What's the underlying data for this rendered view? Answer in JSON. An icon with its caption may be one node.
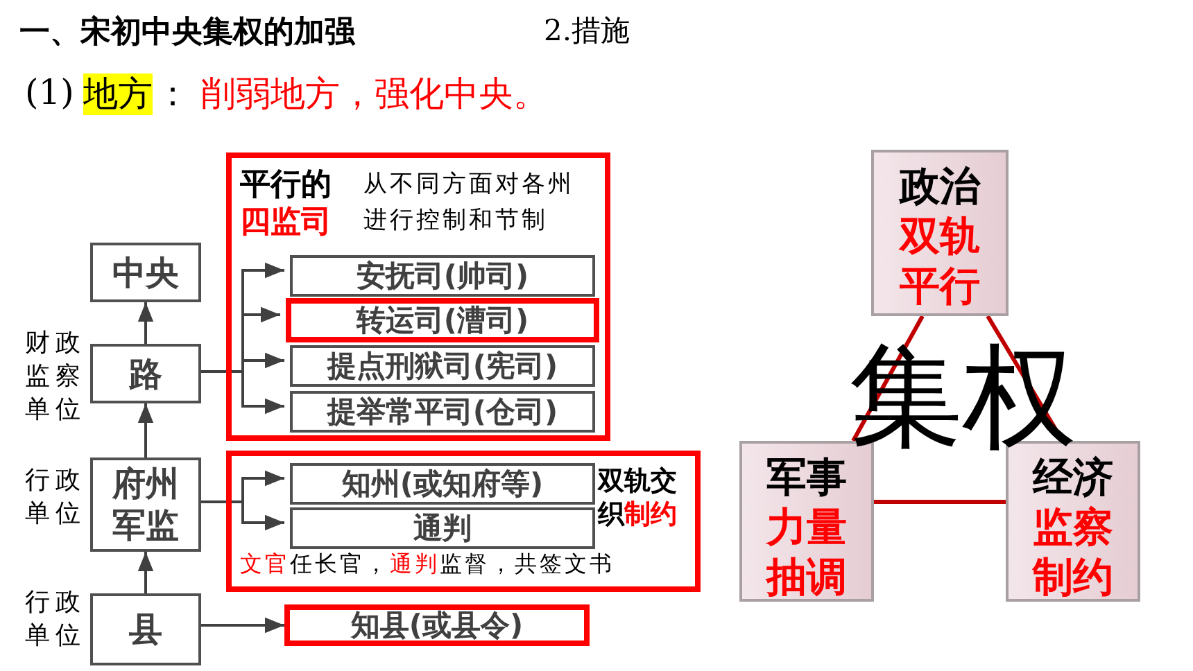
{
  "diagram": {
    "title": "一、宋初中央集权的加强",
    "nodes": [
      {
        "text": [
          "中央"
        ]
      },
      {
        "text": [
          "路"
        ],
        "beside": [
          "财政监察单位"
        ]
      },
      {
        "text": [
          "府州军监"
        ],
        "beside": [
          "行政单位"
        ]
      },
      {
        "text": [
          "县"
        ],
        "beside": [
          "行政单位"
        ]
      },
      {
        "text": [
          "平行的",
          "四监司",
          "从不同方面对各州进行控制和节制"
        ]
      },
      {
        "text": [
          "安抚司(帅司)"
        ],
        "in": 4
      },
      {
        "text": [
          "转运司(漕司)"
        ],
        "in": 4
      },
      {
        "text": [
          "提点刑狱司(宪司)"
        ],
        "in": 4
      },
      {
        "text": [
          "提举常平司(仓司)"
        ],
        "in": 4
      },
      {
        "text": [
          "双轨交织",
          "制约",
          "文官",
          "任长官，",
          "通判",
          "监督，共签文书"
        ]
      },
      {
        "text": [
          "知州(或知府等)"
        ],
        "in": 9
      },
      {
        "text": [
          "通判"
        ],
        "in": 9
      },
      {
        "text": [
          "知县(或县令)"
        ]
      },
      {
        "text": [
          "政治",
          "双轨平行"
        ]
      },
      {
        "text": [
          "军事",
          "力量抽调"
        ]
      },
      {
        "text": [
          "经济",
          "监察制约"
        ]
      }
    ],
    "edges": [
      {
        "from": 1,
        "to": 0,
        "arrow": "to"
      },
      {
        "from": 2,
        "to": 1,
        "arrow": "to"
      },
      {
        "from": 3,
        "to": 2,
        "arrow": "to"
      },
      {
        "from": 1,
        "to": 5,
        "arrow": "to"
      },
      {
        "from": 1,
        "to": 6,
        "arrow": "to"
      },
      {
        "from": 1,
        "to": 7,
        "arrow": "to"
      },
      {
        "from": 1,
        "to": 8,
        "arrow": "to"
      },
      {
        "from": 2,
        "to": 10,
        "arrow": "to"
      },
      {
        "from": 2,
        "to": 11,
        "arrow": "to"
      },
      {
        "from": 3,
        "to": 12,
        "arrow": "to"
      },
      {
        "from": 13,
        "to": 14,
        "arrow": "none",
        "color": "#c00000"
      },
      {
        "from": 13,
        "to": 15,
        "arrow": "none",
        "color": "#c00000"
      },
      {
        "from": 14,
        "to": 15,
        "arrow": "none",
        "color": "#c00000"
      }
    ],
    "labels": [
      "2.措施",
      "(1)",
      "地方",
      "：",
      "削弱地方，强化中央。",
      "集权"
    ]
  }
}
